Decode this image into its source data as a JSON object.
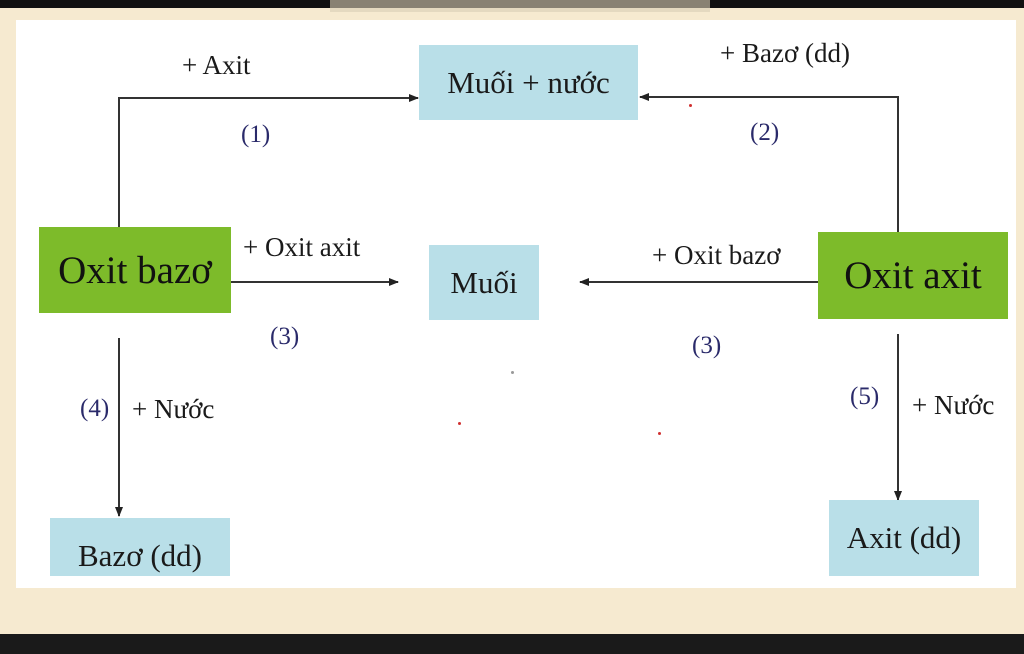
{
  "nodes": {
    "muoi_nuoc": "Muối + nước",
    "oxit_bazo": "Oxit bazơ",
    "muoi": "Muối",
    "oxit_axit": "Oxit axit",
    "bazo_dd": "Bazơ (dd)",
    "axit_dd": "Axit (dd)"
  },
  "edges": {
    "e1": {
      "label": "+ Axit",
      "num": "(1)"
    },
    "e2": {
      "label": "+ Bazơ (dd)",
      "num": "(2)"
    },
    "e3a": {
      "label": "+ Oxit axit",
      "num": "(3)"
    },
    "e3b": {
      "label": "+ Oxit bazơ",
      "num": "(3)"
    },
    "e4": {
      "label": "+ Nước",
      "num": "(4)"
    },
    "e5": {
      "label": "+ Nước",
      "num": "(5)"
    }
  },
  "colors": {
    "light_box": "#b9dfe8",
    "green_box": "#7dbb2a",
    "frame": "#f6ead0"
  }
}
